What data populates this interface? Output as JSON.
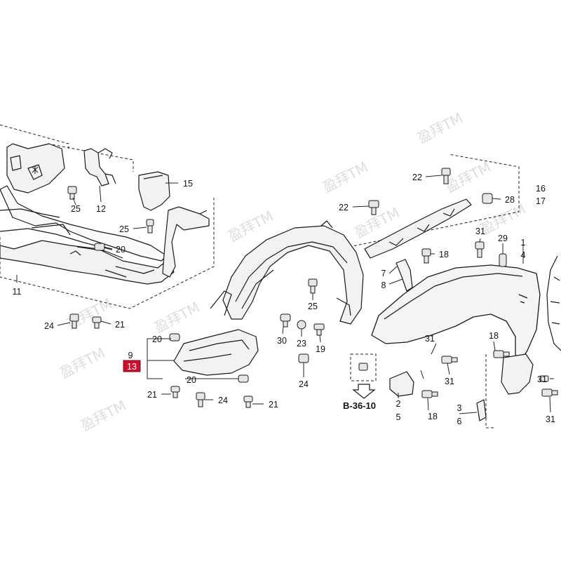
{
  "diagram": {
    "reference_label": "B-36-10",
    "highlighted_callout": "13",
    "colors": {
      "line": "#1a1a1a",
      "leader": "#222222",
      "fill": "#f2f2f2",
      "highlight": "#c8102e"
    },
    "watermark_text": "盈拜TM",
    "callouts": [
      "11",
      "25",
      "12",
      "15",
      "25",
      "20",
      "24",
      "21",
      "9",
      "13",
      "20",
      "20",
      "21",
      "24",
      "21",
      "25",
      "30",
      "23",
      "19",
      "24",
      "22",
      "22",
      "16",
      "17",
      "28",
      "7",
      "8",
      "18",
      "31",
      "29",
      "1",
      "4",
      "2",
      "5",
      "18",
      "18",
      "31",
      "31",
      "3",
      "6",
      "31",
      "31"
    ]
  }
}
